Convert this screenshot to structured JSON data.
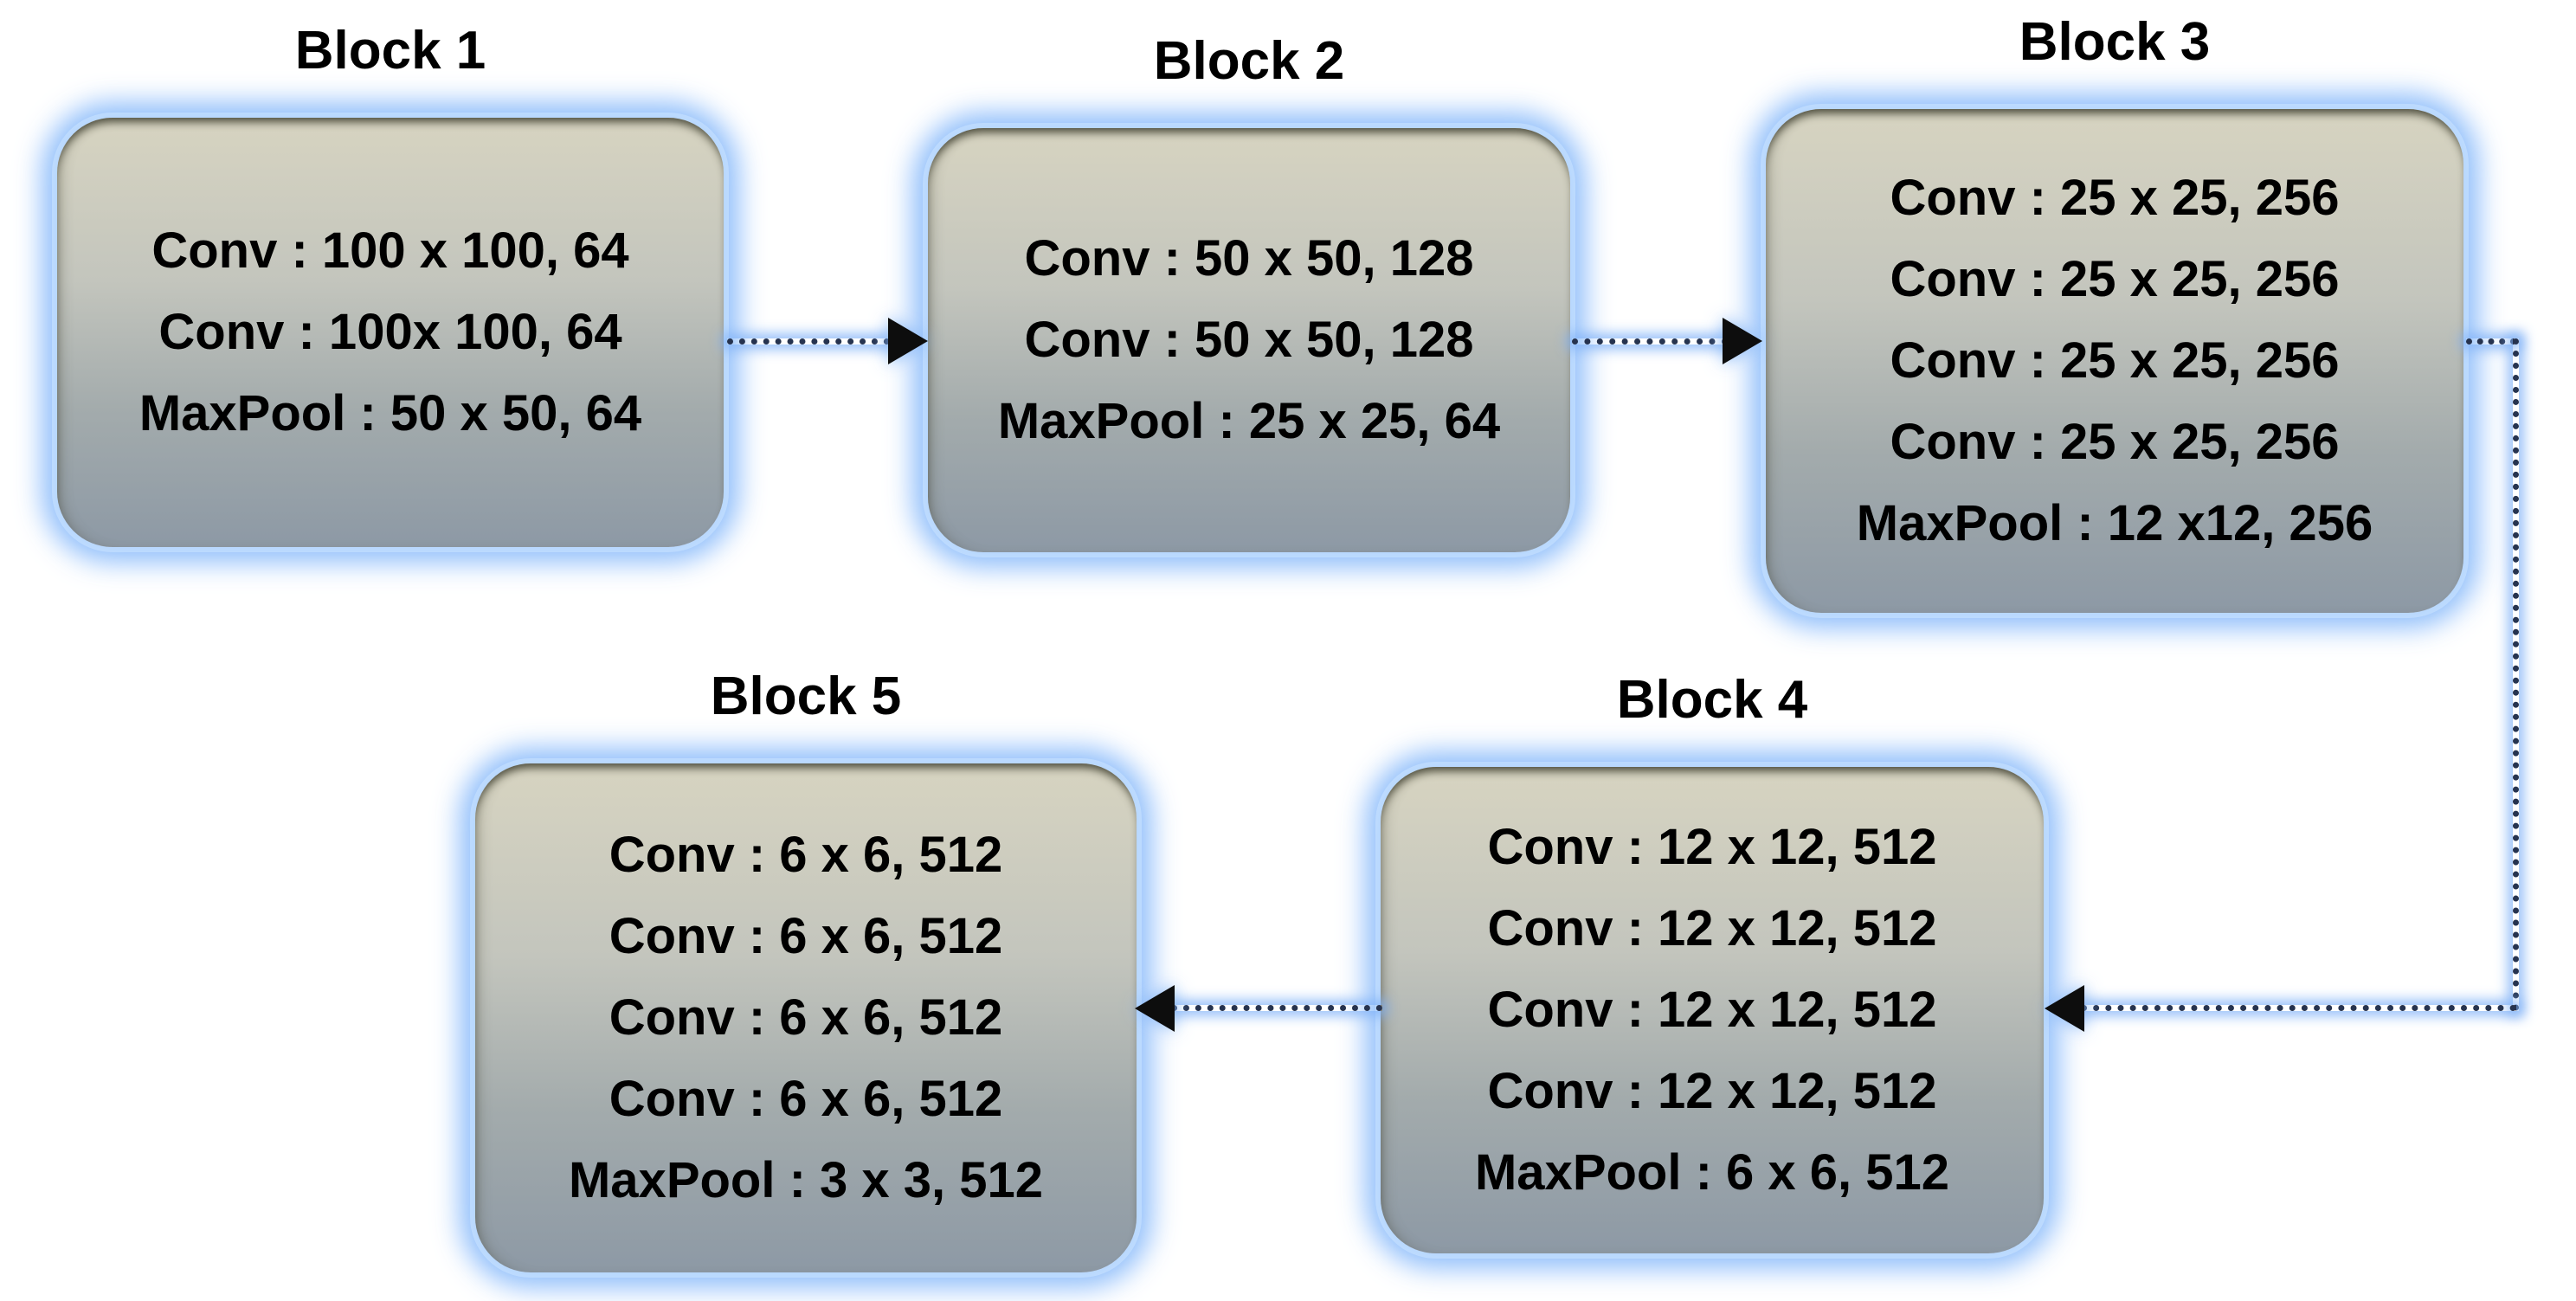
{
  "diagram": {
    "type": "cnn-architecture-flow",
    "background": "#ffffff",
    "colors": {
      "block_gradient_top": "#d7d4c1",
      "block_gradient_bottom": "#8d99a5",
      "block_glow": "#7eb4fa",
      "block_inner_edge": "#484838",
      "connector_line": "#26334f",
      "connector_glow": "#80b2f8",
      "arrowhead": "#0d0d0d",
      "text": "#000000"
    },
    "blocks": [
      {
        "title": "Block 1",
        "lines": [
          "Conv : 100 x 100, 64",
          "Conv : 100x 100, 64",
          "MaxPool : 50 x 50, 64"
        ]
      },
      {
        "title": "Block 2",
        "lines": [
          "Conv : 50 x 50, 128",
          "Conv : 50 x 50, 128",
          "MaxPool : 25 x 25, 64"
        ]
      },
      {
        "title": "Block 3",
        "lines": [
          "Conv : 25 x 25, 256",
          "Conv : 25 x 25, 256",
          "Conv : 25 x 25, 256",
          "Conv : 25 x 25, 256",
          "MaxPool : 12 x12, 256"
        ]
      },
      {
        "title": "Block 4",
        "lines": [
          "Conv : 12 x 12, 512",
          "Conv : 12 x 12, 512",
          "Conv : 12 x 12, 512",
          "Conv : 12 x 12, 512",
          "MaxPool : 6 x 6, 512"
        ]
      },
      {
        "title": "Block 5",
        "lines": [
          "Conv : 6 x 6, 512",
          "Conv : 6 x 6, 512",
          "Conv : 6 x 6, 512",
          "Conv : 6 x 6, 512",
          "MaxPool : 3 x 3, 512"
        ]
      }
    ],
    "connections": [
      {
        "from": "Block 1",
        "to": "Block 2",
        "style": "dotted-arrow-right"
      },
      {
        "from": "Block 2",
        "to": "Block 3",
        "style": "dotted-arrow-right"
      },
      {
        "from": "Block 3",
        "to": "Block 4",
        "style": "dotted-elbow-arrow-left"
      },
      {
        "from": "Block 4",
        "to": "Block 5",
        "style": "dotted-arrow-left"
      }
    ]
  }
}
